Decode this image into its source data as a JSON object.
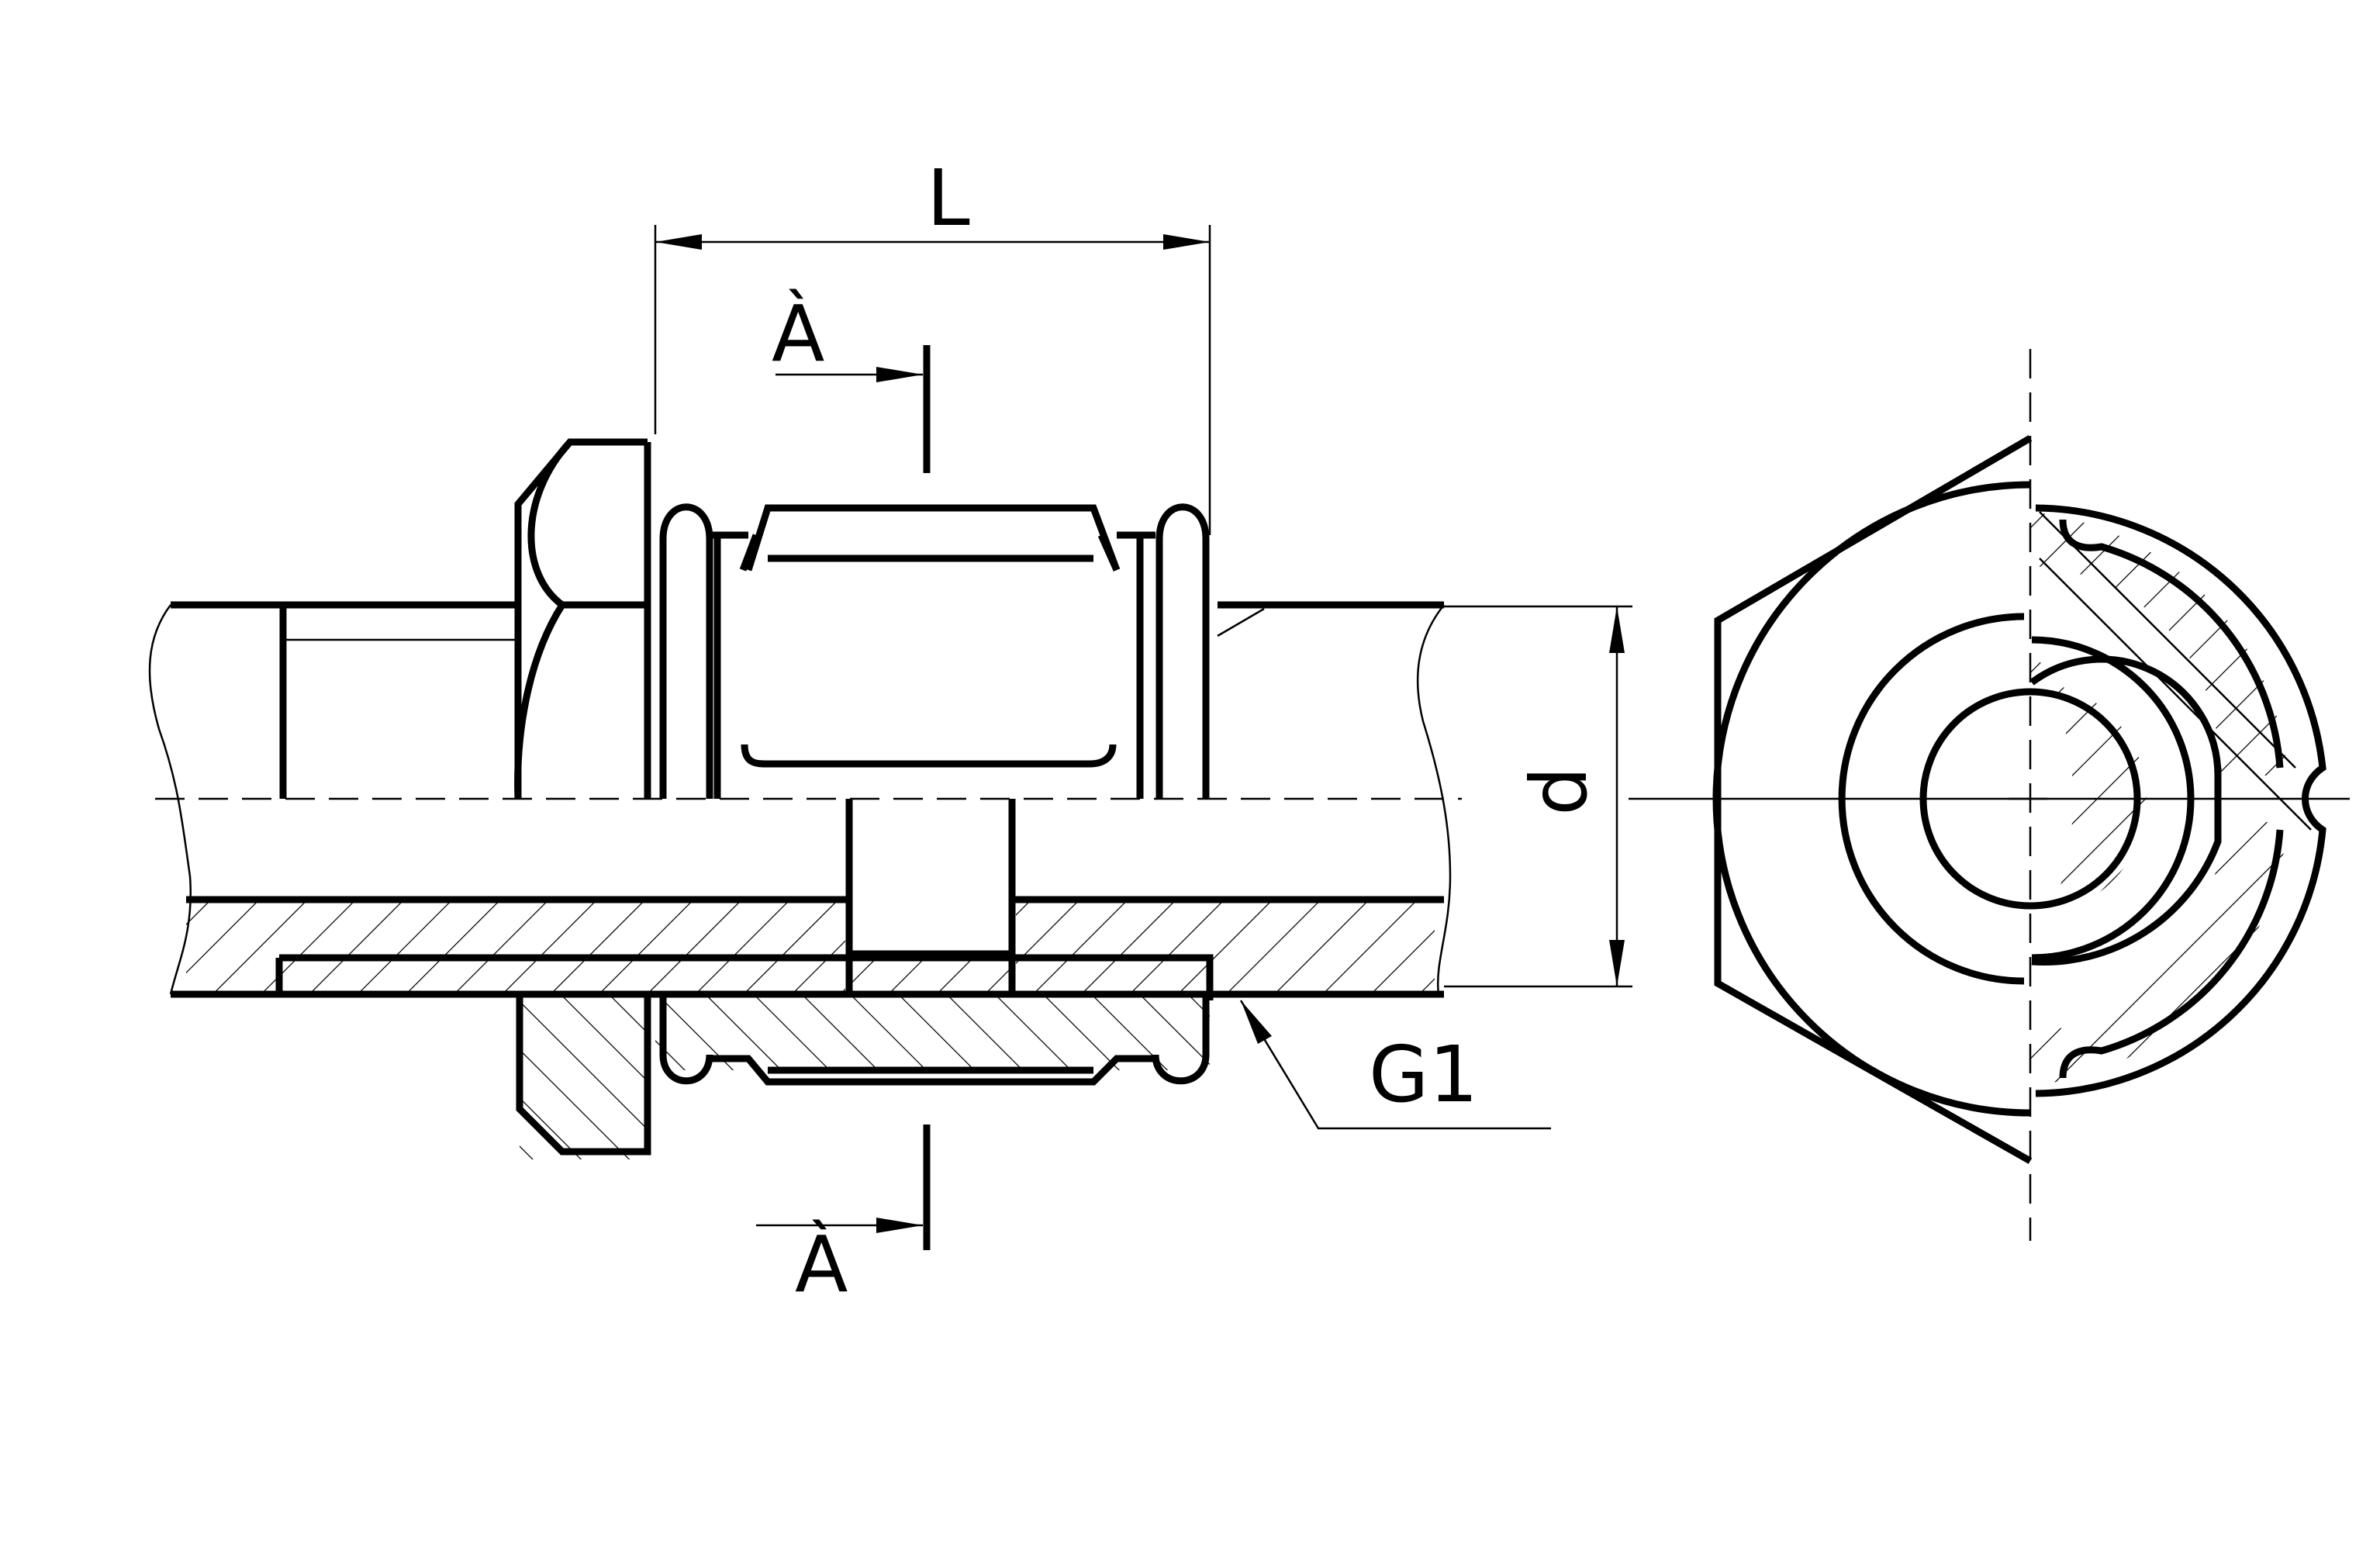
{
  "labels": {
    "length": "L",
    "section_top": "À",
    "section_bottom": "À",
    "diameter": "d",
    "thread": "G1"
  }
}
